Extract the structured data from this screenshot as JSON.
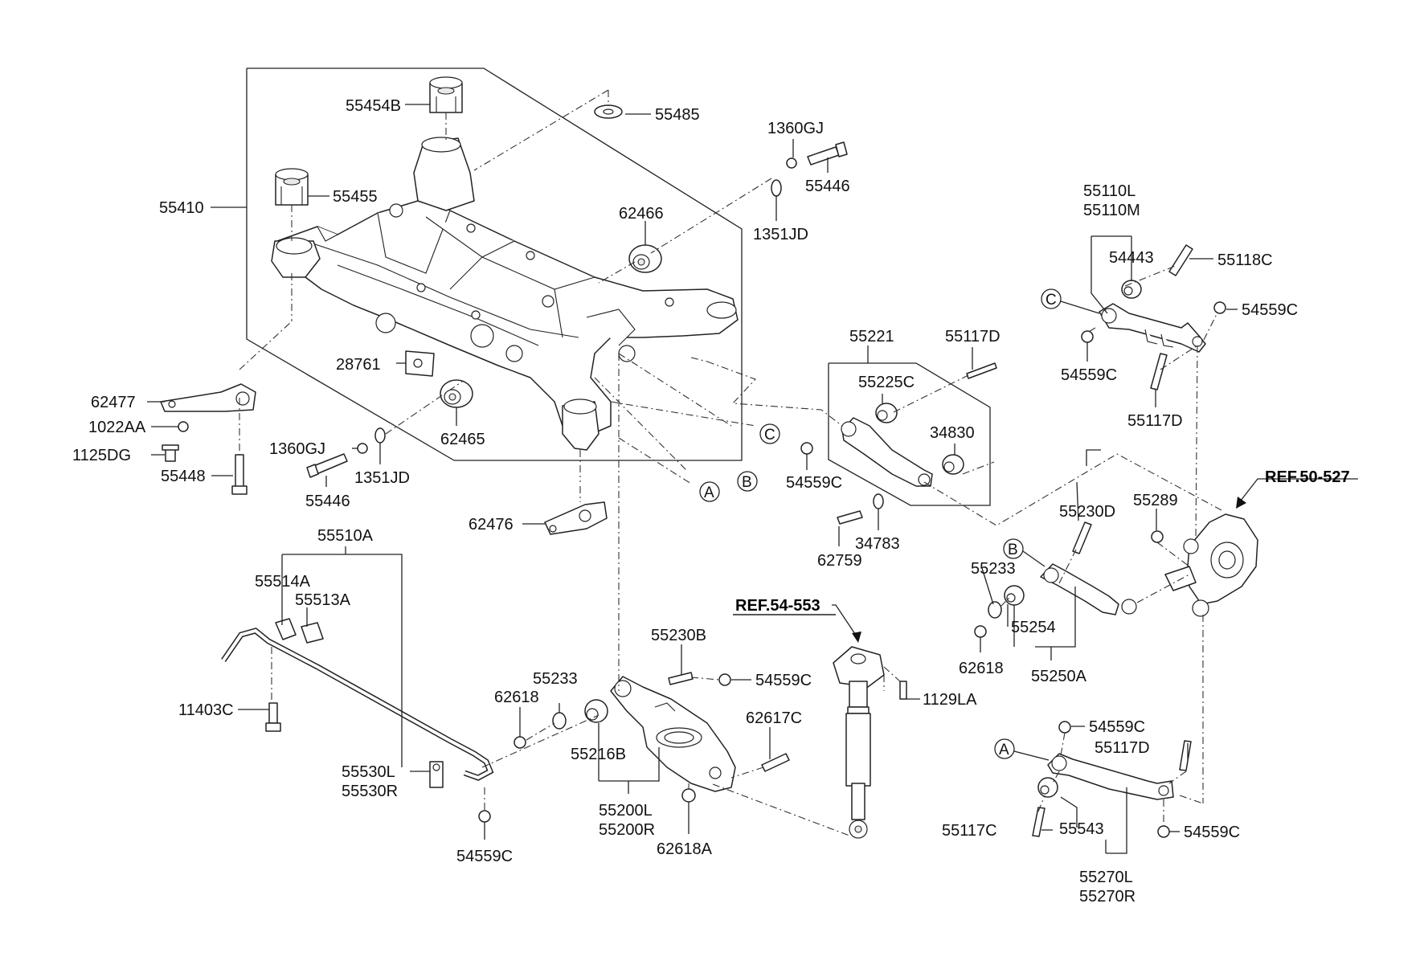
{
  "parts": {
    "p55454B": "55454B",
    "p55485": "55485",
    "p1360GJ_a": "1360GJ",
    "p55446_a": "55446",
    "p1351JD_a": "1351JD",
    "p55455": "55455",
    "p55410": "55410",
    "p62466": "62466",
    "p28761": "28761",
    "p62477": "62477",
    "p1022AA": "1022AA",
    "p1125DG": "1125DG",
    "p55448": "55448",
    "p1360GJ_b": "1360GJ",
    "p55446_b": "55446",
    "p1351JD_b": "1351JD",
    "p62465": "62465",
    "p62476": "62476",
    "p55221": "55221",
    "p55225C": "55225C",
    "p55117D_a": "55117D",
    "p34830": "34830",
    "p54559C_a": "54559C",
    "p62759": "62759",
    "p34783": "34783",
    "p55110L": "55110L",
    "p55110M": "55110M",
    "p54443": "54443",
    "p55118C": "55118C",
    "p54559C_b": "54559C",
    "p54559C_c": "54559C",
    "p55117D_b": "55117D",
    "p55510A": "55510A",
    "p55514A": "55514A",
    "p55513A": "55513A",
    "p11403C": "11403C",
    "p55530L": "55530L",
    "p55530R": "55530R",
    "p54559C_d": "54559C",
    "p55230B": "55230B",
    "p54559C_e": "54559C",
    "p62618_a": "62618",
    "p55233_a": "55233",
    "p55216B": "55216B",
    "p62617C": "62617C",
    "p55200L": "55200L",
    "p55200R": "55200R",
    "p62618A": "62618A",
    "p1129LA": "1129LA",
    "p55230D": "55230D",
    "p55289": "55289",
    "p55233_b": "55233",
    "p55254": "55254",
    "p62618_b": "62618",
    "p55250A": "55250A",
    "p54559C_f": "54559C",
    "p55117D_c": "55117D",
    "p55117C": "55117C",
    "p55543": "55543",
    "p54559C_g": "54559C",
    "p55270L": "55270L",
    "p55270R": "55270R"
  },
  "refs": {
    "ref_54_553": "REF.54-553",
    "ref_50_527": "REF.50-527"
  },
  "callouts": {
    "a": "A",
    "b": "B",
    "c": "C"
  }
}
